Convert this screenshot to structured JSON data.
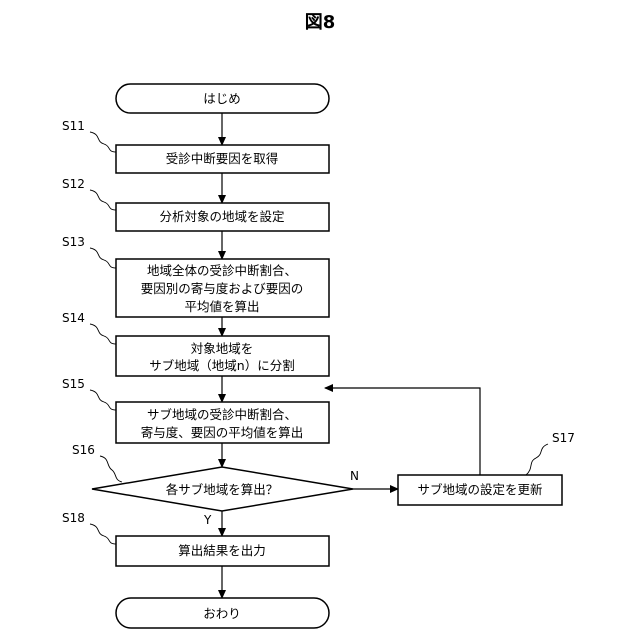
{
  "figure_title": "図8",
  "start": "はじめ",
  "end": "おわり",
  "steps": {
    "s11": {
      "id": "S11",
      "text": [
        "受診中断要因を取得"
      ]
    },
    "s12": {
      "id": "S12",
      "text": [
        "分析対象の地域を設定"
      ]
    },
    "s13": {
      "id": "S13",
      "text": [
        "地域全体の受診中断割合、",
        "要因別の寄与度および要因の",
        "平均値を算出"
      ]
    },
    "s14": {
      "id": "S14",
      "text": [
        "対象地域を",
        "サブ地域（地域n）に分割"
      ]
    },
    "s15": {
      "id": "S15",
      "text": [
        "サブ地域の受診中断割合、",
        "寄与度、要因の平均値を算出"
      ]
    },
    "s16": {
      "id": "S16",
      "text": [
        "各サブ地域を算出？"
      ]
    },
    "s17": {
      "id": "S17",
      "text": [
        "サブ地域の設定を更新"
      ]
    },
    "s18": {
      "id": "S18",
      "text": [
        "算出結果を出力"
      ]
    }
  },
  "branches": {
    "no": "N",
    "yes": "Y"
  }
}
